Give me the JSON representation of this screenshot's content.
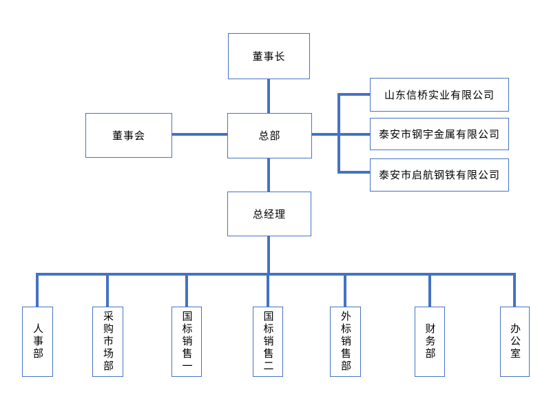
{
  "diagram": {
    "type": "org_chart",
    "colors": {
      "connector": "#4472C4",
      "node_border": "#4472C4",
      "node_fill": "#FFFFFF",
      "text": "#000000",
      "background": "#FFFFFF"
    },
    "nodes": {
      "chairman": {
        "label": "董事长"
      },
      "board": {
        "label": "董事会"
      },
      "hq": {
        "label": "总部"
      },
      "subsidiary1": {
        "label": "山东信桥实业有限公司"
      },
      "subsidiary2": {
        "label": "泰安市钢宇金属有限公司"
      },
      "subsidiary3": {
        "label": "泰安市启航钢铁有限公司"
      },
      "gm": {
        "label": "总经理"
      },
      "dept_hr": {
        "label": "人事部"
      },
      "dept_procurement_market": {
        "label": "采购市场部"
      },
      "dept_domestic_sales_1": {
        "label": "国标销售一"
      },
      "dept_domestic_sales_2": {
        "label": "国标销售二"
      },
      "dept_external_sales": {
        "label": "外标销售部"
      },
      "dept_finance": {
        "label": "财务部"
      },
      "dept_office": {
        "label": "办公室"
      }
    },
    "edges": [
      {
        "from": "chairman",
        "to": "hq"
      },
      {
        "from": "board",
        "to": "hq"
      },
      {
        "from": "hq",
        "to": "subsidiary1"
      },
      {
        "from": "hq",
        "to": "subsidiary2"
      },
      {
        "from": "hq",
        "to": "subsidiary3"
      },
      {
        "from": "hq",
        "to": "gm"
      },
      {
        "from": "gm",
        "to": "dept_hr"
      },
      {
        "from": "gm",
        "to": "dept_procurement_market"
      },
      {
        "from": "gm",
        "to": "dept_domestic_sales_1"
      },
      {
        "from": "gm",
        "to": "dept_domestic_sales_2"
      },
      {
        "from": "gm",
        "to": "dept_external_sales"
      },
      {
        "from": "gm",
        "to": "dept_finance"
      },
      {
        "from": "gm",
        "to": "dept_office"
      }
    ]
  }
}
